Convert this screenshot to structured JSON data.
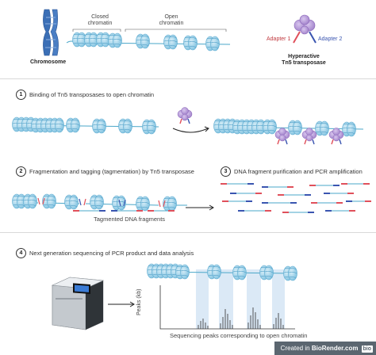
{
  "header": {
    "chromosome_label": "Chromosome",
    "closed_chromatin_label": "Closed\nchromatin",
    "open_chromatin_label": "Open\nchromatin",
    "adapter1_label": "Adapter 1",
    "adapter2_label": "Adapter 2",
    "tn5_label": "Hyperactive\nTn5 transposase"
  },
  "steps": [
    {
      "number": "1",
      "text": "Binding of Tn5 transposases to open chromatin"
    },
    {
      "number": "2",
      "text": "Fragmentation and tagging (tagmentation) by Tn5 transposase"
    },
    {
      "number": "3",
      "text": "DNA fragment purification and PCR amplification"
    },
    {
      "number": "4",
      "text": "Next generation sequencing of PCR product and data analysis"
    }
  ],
  "step2": {
    "caption": "Tagmented DNA fragments"
  },
  "step4": {
    "y_axis_label": "Peaks (kb)",
    "caption": "Sequencing peaks corresponding to open chromatin"
  },
  "footer": {
    "created_in": "Created in ",
    "brand": "BioRender.com",
    "badge": "bio"
  },
  "colors": {
    "nucleosome": "#a9d6ea",
    "dna": "#4aa7c9",
    "chromosome": "#3b6fb6",
    "adapter1": "#e0505b",
    "adapter2": "#3a55b0",
    "tn5": "#b79ad6",
    "peak_band": "#dbe9f6"
  }
}
